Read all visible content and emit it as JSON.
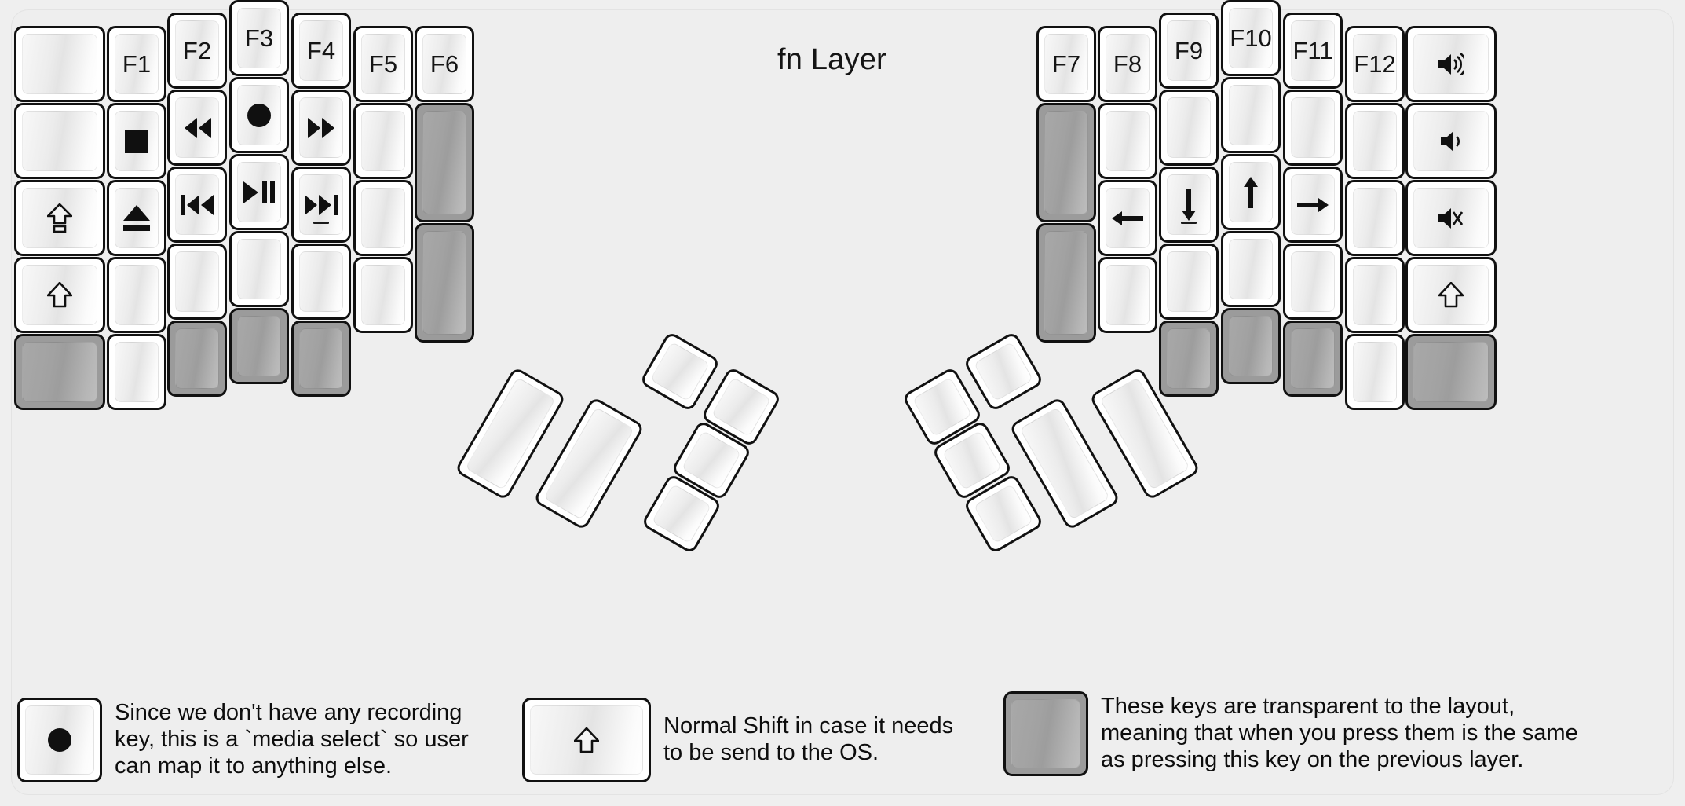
{
  "title": "fn Layer",
  "colors": {
    "background": "#efefef",
    "plate": "#eeeeee",
    "key_fill": "#ffffff",
    "key_border": "#111111",
    "transparent_key": "#9b9b9b",
    "text": "#141414"
  },
  "keyboard": {
    "name": "split-ergonomic-keyboard",
    "left_half": {
      "columns": [
        {
          "name": "left-outer-column",
          "keys": [
            {
              "label": "",
              "icon": "",
              "type": "blank"
            },
            {
              "label": "",
              "icon": "",
              "type": "blank"
            },
            {
              "label": "",
              "icon": "shift-lock-icon",
              "type": "glyph"
            },
            {
              "label": "",
              "icon": "shift-icon",
              "type": "glyph"
            },
            {
              "label": "",
              "icon": "",
              "type": "transparent"
            }
          ]
        },
        {
          "name": "left-pinky-column",
          "keys": [
            {
              "label": "F1",
              "icon": "",
              "type": "fkey"
            },
            {
              "label": "",
              "icon": "media-stop-icon",
              "type": "glyph"
            },
            {
              "label": "",
              "icon": "media-eject-icon",
              "type": "glyph"
            },
            {
              "label": "",
              "icon": "",
              "type": "blank"
            },
            {
              "label": "",
              "icon": "",
              "type": "blank"
            }
          ]
        },
        {
          "name": "left-ring-column",
          "keys": [
            {
              "label": "F2",
              "icon": "",
              "type": "fkey"
            },
            {
              "label": "",
              "icon": "media-rewind-icon",
              "type": "glyph"
            },
            {
              "label": "",
              "icon": "media-previous-icon",
              "type": "glyph"
            },
            {
              "label": "",
              "icon": "",
              "type": "blank"
            },
            {
              "label": "",
              "icon": "",
              "type": "transparent"
            }
          ]
        },
        {
          "name": "left-middle-column",
          "keys": [
            {
              "label": "F3",
              "icon": "",
              "type": "fkey"
            },
            {
              "label": "",
              "icon": "media-record-icon",
              "type": "glyph"
            },
            {
              "label": "",
              "icon": "media-play-pause-icon",
              "type": "glyph"
            },
            {
              "label": "",
              "icon": "",
              "type": "blank"
            },
            {
              "label": "",
              "icon": "",
              "type": "transparent"
            }
          ]
        },
        {
          "name": "left-index-column",
          "keys": [
            {
              "label": "F4",
              "icon": "",
              "type": "fkey"
            },
            {
              "label": "",
              "icon": "media-fast-forward-icon",
              "type": "glyph"
            },
            {
              "label": "",
              "icon": "media-next-icon",
              "type": "glyph",
              "homing_bump": true
            },
            {
              "label": "",
              "icon": "",
              "type": "blank"
            },
            {
              "label": "",
              "icon": "",
              "type": "transparent"
            }
          ]
        },
        {
          "name": "left-inner-column",
          "keys": [
            {
              "label": "F5",
              "icon": "",
              "type": "fkey"
            },
            {
              "label": "",
              "icon": "",
              "type": "blank"
            },
            {
              "label": "",
              "icon": "",
              "type": "blank"
            },
            {
              "label": "",
              "icon": "",
              "type": "blank"
            }
          ]
        },
        {
          "name": "left-innermost-column",
          "keys": [
            {
              "label": "F6",
              "icon": "",
              "type": "fkey"
            },
            {
              "label": "",
              "icon": "",
              "type": "transparent"
            },
            {
              "label": "",
              "icon": "",
              "type": "transparent"
            }
          ]
        }
      ],
      "thumb_cluster": {
        "name": "left-thumb-cluster",
        "keys": [
          {
            "label": "",
            "icon": "",
            "type": "blank"
          },
          {
            "label": "",
            "icon": "",
            "type": "blank"
          },
          {
            "label": "",
            "icon": "",
            "type": "blank"
          },
          {
            "label": "",
            "icon": "",
            "type": "blank"
          },
          {
            "label": "",
            "icon": "",
            "type": "blank"
          },
          {
            "label": "",
            "icon": "",
            "type": "blank"
          }
        ]
      }
    },
    "right_half": {
      "columns": [
        {
          "name": "right-innermost-column",
          "keys": [
            {
              "label": "F7",
              "icon": "",
              "type": "fkey"
            },
            {
              "label": "",
              "icon": "",
              "type": "transparent"
            },
            {
              "label": "",
              "icon": "",
              "type": "transparent"
            }
          ]
        },
        {
          "name": "right-inner-column",
          "keys": [
            {
              "label": "F8",
              "icon": "",
              "type": "fkey"
            },
            {
              "label": "",
              "icon": "",
              "type": "blank"
            },
            {
              "label": "",
              "icon": "arrow-left-icon",
              "type": "glyph"
            },
            {
              "label": "",
              "icon": "",
              "type": "blank"
            }
          ]
        },
        {
          "name": "right-index-column",
          "keys": [
            {
              "label": "F9",
              "icon": "",
              "type": "fkey"
            },
            {
              "label": "",
              "icon": "",
              "type": "blank"
            },
            {
              "label": "",
              "icon": "arrow-down-icon",
              "type": "glyph",
              "homing_bump": true
            },
            {
              "label": "",
              "icon": "",
              "type": "blank"
            },
            {
              "label": "",
              "icon": "",
              "type": "transparent"
            }
          ]
        },
        {
          "name": "right-middle-column",
          "keys": [
            {
              "label": "F10",
              "icon": "",
              "type": "fkey"
            },
            {
              "label": "",
              "icon": "",
              "type": "blank"
            },
            {
              "label": "",
              "icon": "arrow-up-icon",
              "type": "glyph"
            },
            {
              "label": "",
              "icon": "",
              "type": "blank"
            },
            {
              "label": "",
              "icon": "",
              "type": "transparent"
            }
          ]
        },
        {
          "name": "right-ring-column",
          "keys": [
            {
              "label": "F11",
              "icon": "",
              "type": "fkey"
            },
            {
              "label": "",
              "icon": "",
              "type": "blank"
            },
            {
              "label": "",
              "icon": "arrow-right-icon",
              "type": "glyph"
            },
            {
              "label": "",
              "icon": "",
              "type": "blank"
            },
            {
              "label": "",
              "icon": "",
              "type": "transparent"
            }
          ]
        },
        {
          "name": "right-pinky-column",
          "keys": [
            {
              "label": "F12",
              "icon": "",
              "type": "fkey"
            },
            {
              "label": "",
              "icon": "",
              "type": "blank"
            },
            {
              "label": "",
              "icon": "",
              "type": "blank"
            },
            {
              "label": "",
              "icon": "",
              "type": "blank"
            },
            {
              "label": "",
              "icon": "",
              "type": "blank"
            }
          ]
        },
        {
          "name": "right-outer-column",
          "keys": [
            {
              "label": "",
              "icon": "volume-up-icon",
              "type": "glyph"
            },
            {
              "label": "",
              "icon": "volume-down-icon",
              "type": "glyph"
            },
            {
              "label": "",
              "icon": "volume-mute-icon",
              "type": "glyph"
            },
            {
              "label": "",
              "icon": "shift-icon",
              "type": "glyph"
            },
            {
              "label": "",
              "icon": "",
              "type": "transparent"
            }
          ]
        }
      ],
      "thumb_cluster": {
        "name": "right-thumb-cluster",
        "keys": [
          {
            "label": "",
            "icon": "",
            "type": "blank"
          },
          {
            "label": "",
            "icon": "",
            "type": "blank"
          },
          {
            "label": "",
            "icon": "",
            "type": "blank"
          },
          {
            "label": "",
            "icon": "",
            "type": "blank"
          },
          {
            "label": "",
            "icon": "",
            "type": "blank"
          },
          {
            "label": "",
            "icon": "",
            "type": "blank"
          }
        ]
      }
    }
  },
  "legend": [
    {
      "icon": "media-record-icon",
      "key_style": "normal",
      "text": "Since we don't have any recording\nkey, this is a `media select` so user\ncan map it to anything else."
    },
    {
      "icon": "shift-icon",
      "key_style": "normal",
      "text": "Normal Shift in case it needs\nto be send to the OS."
    },
    {
      "icon": "",
      "key_style": "transparent",
      "text": "These keys are transparent to the layout,\nmeaning that when you press them is the same\nas pressing this key on the previous layer."
    }
  ]
}
